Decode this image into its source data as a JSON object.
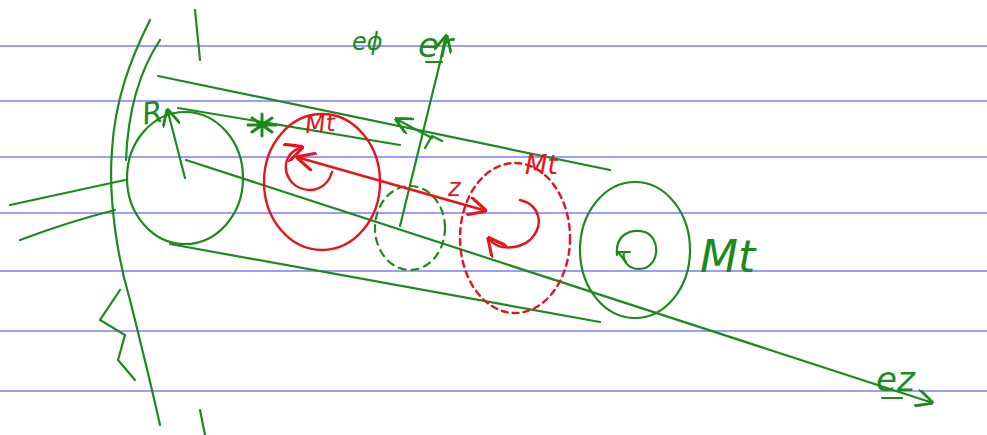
{
  "diagram": {
    "labels": [
      "R",
      "eϕ",
      "er",
      "Mt",
      "z",
      "Mt",
      "Mt",
      "ez"
    ]
  }
}
